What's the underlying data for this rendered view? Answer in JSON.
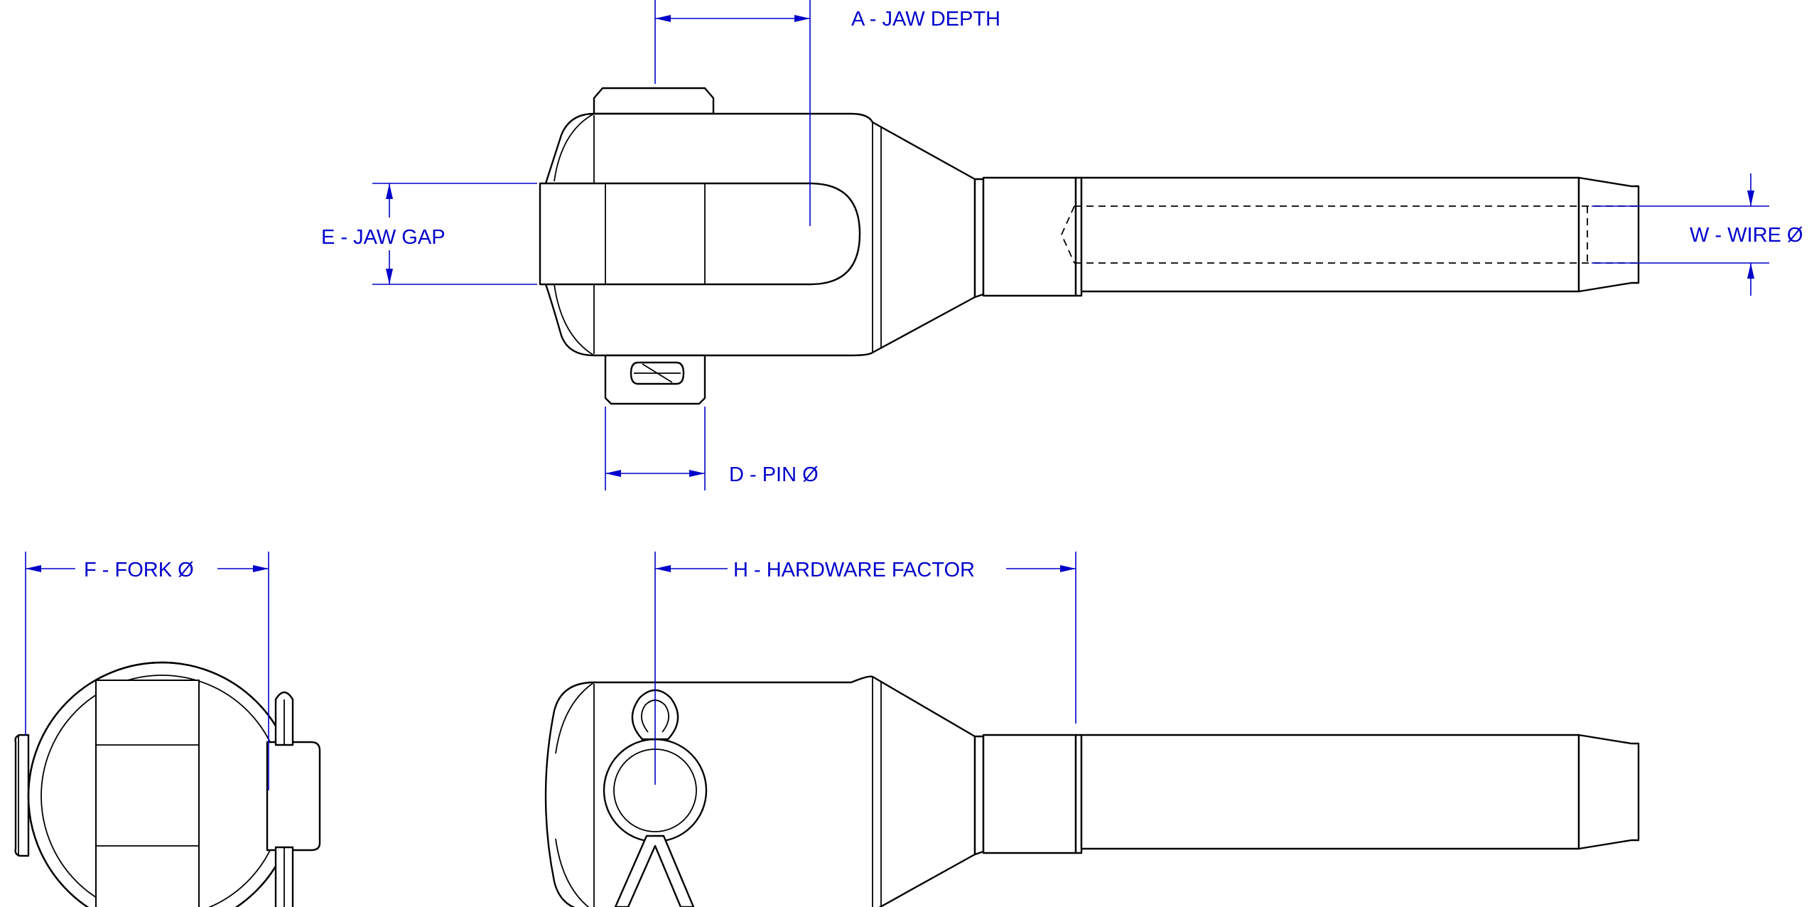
{
  "labels": {
    "jaw_depth": "A - JAW DEPTH",
    "jaw_gap": "E - JAW GAP",
    "pin_dia": "D - PIN Ø",
    "wire_dia": "W - WIRE Ø",
    "fork_dia": "F - FORK Ø",
    "hardware_factor": "H - HARDWARE FACTOR"
  },
  "colors": {
    "dimension": "#0000cc",
    "outline": "#000000",
    "background": "#ffffff"
  }
}
